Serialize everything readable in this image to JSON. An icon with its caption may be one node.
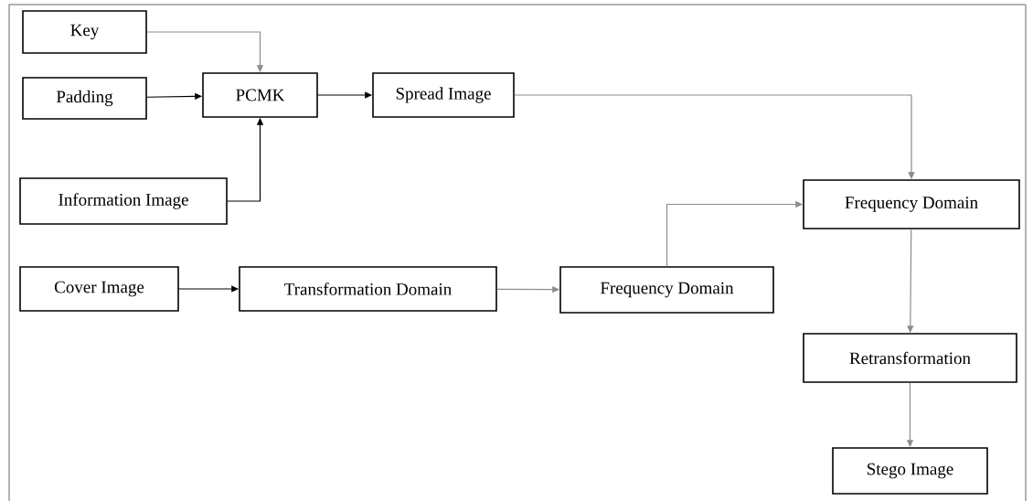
{
  "diagram": {
    "nodes": [
      {
        "text": [
          "Key"
        ]
      },
      {
        "text": [
          "Padding"
        ]
      },
      {
        "text": [
          "PCMK"
        ]
      },
      {
        "text": [
          "Spread Image"
        ]
      },
      {
        "text": [
          "Information Image"
        ]
      },
      {
        "text": [
          "Frequency Domain"
        ]
      },
      {
        "text": [
          "Cover Image"
        ]
      },
      {
        "text": [
          "Transformation Domain"
        ]
      },
      {
        "text": [
          "Frequency Domain"
        ]
      },
      {
        "text": [
          "Retransformation"
        ]
      },
      {
        "text": [
          "Stego Image"
        ]
      }
    ],
    "edges": [
      {
        "from": 0,
        "to": 2,
        "arrow": "to",
        "color": "#8c8c8c"
      },
      {
        "from": 1,
        "to": 2,
        "arrow": "to",
        "color": "#000000"
      },
      {
        "from": 4,
        "to": 2,
        "arrow": "to",
        "color": "#000000"
      },
      {
        "from": 2,
        "to": 3,
        "arrow": "to",
        "color": "#000000"
      },
      {
        "from": 3,
        "to": 5,
        "arrow": "to",
        "color": "#8c8c8c"
      },
      {
        "from": 6,
        "to": 7,
        "arrow": "to",
        "color": "#000000"
      },
      {
        "from": 7,
        "to": 8,
        "arrow": "to",
        "color": "#8c8c8c"
      },
      {
        "from": 8,
        "to": 5,
        "arrow": "to",
        "color": "#8c8c8c"
      },
      {
        "from": 5,
        "to": 9,
        "arrow": "to",
        "color": "#8c8c8c"
      },
      {
        "from": 9,
        "to": 10,
        "arrow": "to",
        "color": "#8c8c8c"
      }
    ]
  }
}
